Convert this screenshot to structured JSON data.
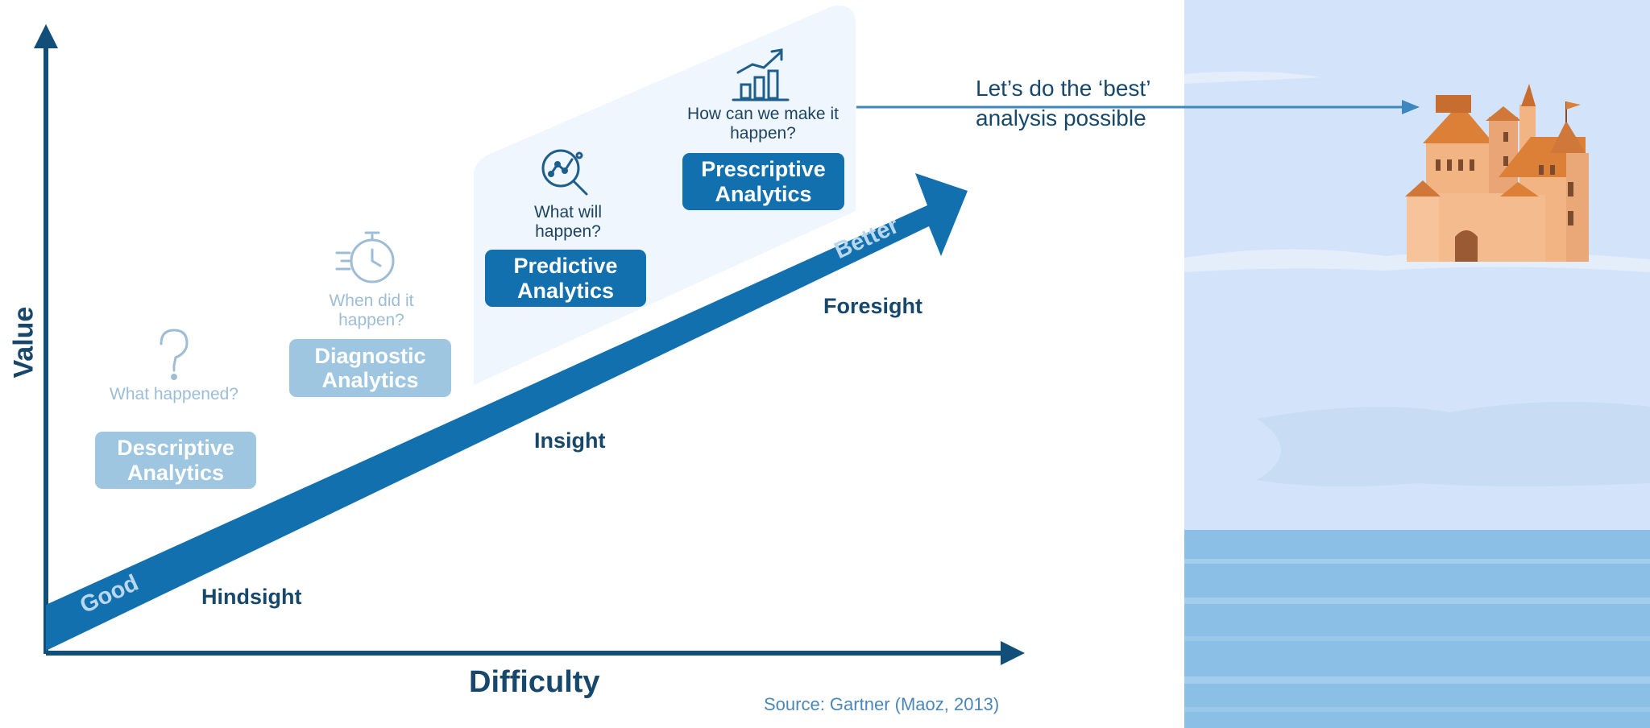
{
  "axes": {
    "y_label": "Value",
    "x_label": "Difficulty"
  },
  "arrow": {
    "start_label": "Good",
    "end_label": "Better"
  },
  "stages": [
    {
      "question": "What happened?",
      "analytics": "Descriptive Analytics",
      "outcome": "Hindsight",
      "icon": "question-mark-icon"
    },
    {
      "question": "When did it happen?",
      "analytics": "Diagnostic Analytics",
      "outcome": "",
      "icon": "stopwatch-icon"
    },
    {
      "question": "What will happen?",
      "analytics": "Predictive Analytics",
      "outcome": "Insight",
      "icon": "magnifier-chart-icon"
    },
    {
      "question": "How can we make it happen?",
      "analytics": "Prescriptive Analytics",
      "outcome": "Foresight",
      "icon": "bar-chart-trend-icon"
    }
  ],
  "callout": {
    "line1": "Let’s do the ‘best’",
    "line2": "analysis possible"
  },
  "source": "Source: Gartner (Maoz, 2013)",
  "colors": {
    "axis": "#124f78",
    "main_arrow": "#1170ad",
    "faded_box": "#9ec6e0",
    "dark_box": "#1170ad",
    "sky": "#d3e4fa",
    "sea": "#8bbfe5",
    "highlight": "#f0f6fd"
  }
}
